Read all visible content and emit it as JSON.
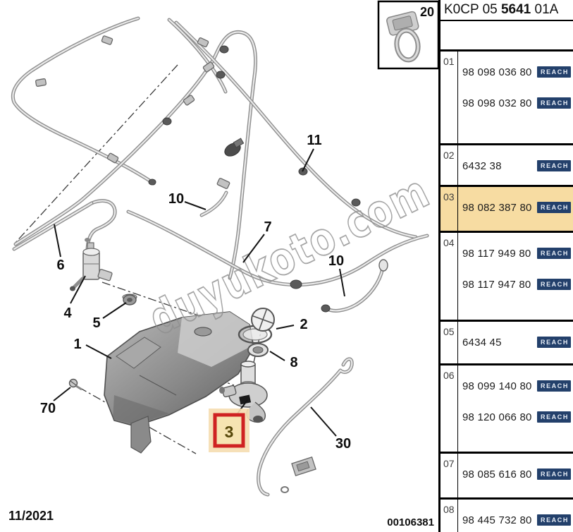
{
  "header": {
    "catalog_ref_prefix": "K0CP 05 ",
    "catalog_ref_bold": "5641",
    "catalog_ref_suffix": " 01A"
  },
  "footer": {
    "date": "11/2021",
    "document_number": "00106381"
  },
  "watermark": "duyukoto.com",
  "diagram": {
    "callouts": [
      {
        "label": "20"
      },
      {
        "label": "11"
      },
      {
        "label": "10"
      },
      {
        "label": "7"
      },
      {
        "label": "10"
      },
      {
        "label": "6"
      },
      {
        "label": "4"
      },
      {
        "label": "5"
      },
      {
        "label": "1"
      },
      {
        "label": "2"
      },
      {
        "label": "8"
      },
      {
        "label": "3",
        "highlighted": true
      },
      {
        "label": "30"
      },
      {
        "label": "70"
      }
    ],
    "highlight": {
      "box_border": "#cf2222",
      "box_fill": "#f6e4b2",
      "glow": "#f5ddb0"
    }
  },
  "parts_table": {
    "reach_label": "REACH",
    "reach_badge_color": "#23406b",
    "row_highlight_color": "#f7dca2",
    "rows": [
      {
        "index": "01",
        "highlighted": false,
        "parts": [
          "98 098 036 80",
          "98 098 032 80"
        ]
      },
      {
        "index": "02",
        "highlighted": false,
        "parts": [
          "6432 38"
        ]
      },
      {
        "index": "03",
        "highlighted": true,
        "parts": [
          "98 082 387 80"
        ]
      },
      {
        "index": "04",
        "highlighted": false,
        "parts": [
          "98 117 949 80",
          "98 117 947 80"
        ]
      },
      {
        "index": "05",
        "highlighted": false,
        "parts": [
          "6434 45"
        ]
      },
      {
        "index": "06",
        "highlighted": false,
        "parts": [
          "98 099 140 80",
          "98 120 066 80"
        ]
      },
      {
        "index": "07",
        "highlighted": false,
        "parts": [
          "98 085 616 80"
        ]
      },
      {
        "index": "08",
        "highlighted": false,
        "parts": [
          "98 445 732 80"
        ]
      }
    ]
  }
}
